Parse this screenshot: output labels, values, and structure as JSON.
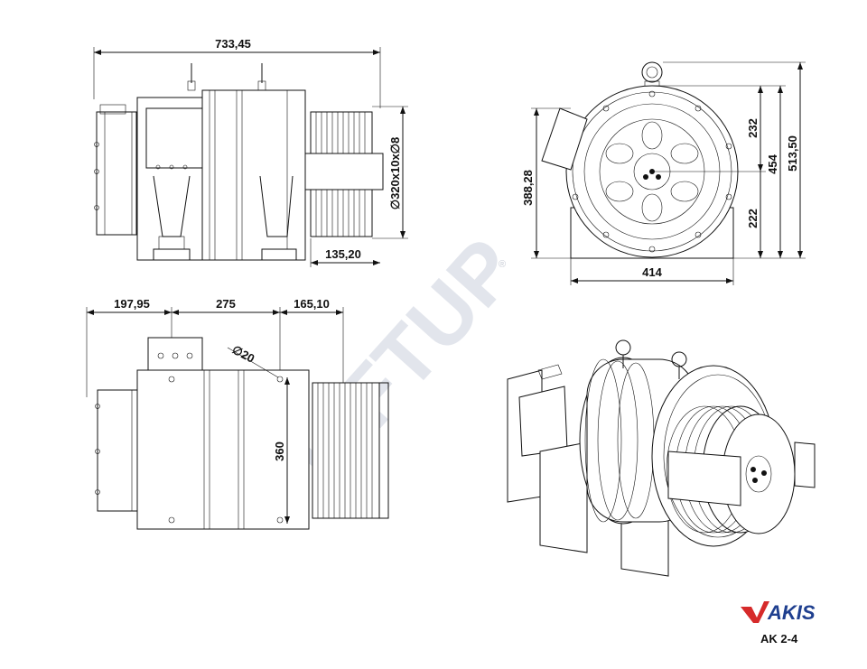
{
  "drawing": {
    "model": "AK 2-4",
    "brand": "AKIS",
    "watermark": "LiFTUP",
    "registered_mark": "®"
  },
  "top_view": {
    "overall_length": "733,45",
    "sheave_spec": "∅320x10x∅8",
    "sheave_offset": "135,20"
  },
  "front_view": {
    "total_height": "513,50",
    "height_454": "454",
    "upper_height": "232",
    "lower_height": "222",
    "shaft_height": "388,28",
    "base_width": "414"
  },
  "side_view": {
    "dim_left": "197,95",
    "dim_middle": "275",
    "dim_right": "165,10",
    "hole_diameter": "∅20",
    "mount_height": "360"
  }
}
